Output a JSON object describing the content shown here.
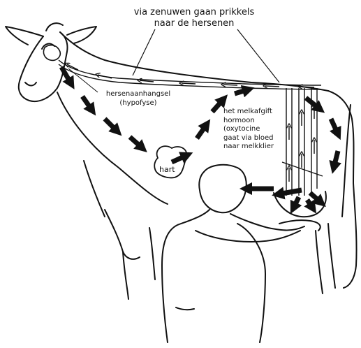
{
  "labels": {
    "nerves": "via zenuwen gaan prikkels\nnaar de hersenen",
    "pituitary": "hersenaanhangsel\n(hypofyse)",
    "heart": "hart",
    "hormone": "het melkafgift\nhormoon\n(oxytocine\ngaat via bloed\nnaar melkklier"
  },
  "colors": {
    "line": "#111111",
    "background": "#ffffff"
  }
}
